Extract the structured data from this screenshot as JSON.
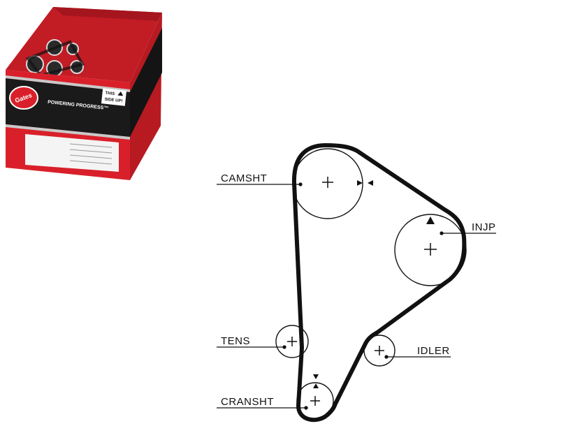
{
  "product": {
    "brand": "Gates",
    "slogan": "POWERING PROGRESS™",
    "orientation_note_line1": "THIS",
    "orientation_note_line2": "SIDE UP!",
    "box_color": "#d9202a"
  },
  "diagram": {
    "labels": {
      "camshaft": "CAMSHT",
      "injection_pump": "INJP",
      "tensioner": "TENS",
      "idler": "IDLER",
      "crankshaft": "CRANSHT"
    },
    "belt_color": "#111111"
  }
}
